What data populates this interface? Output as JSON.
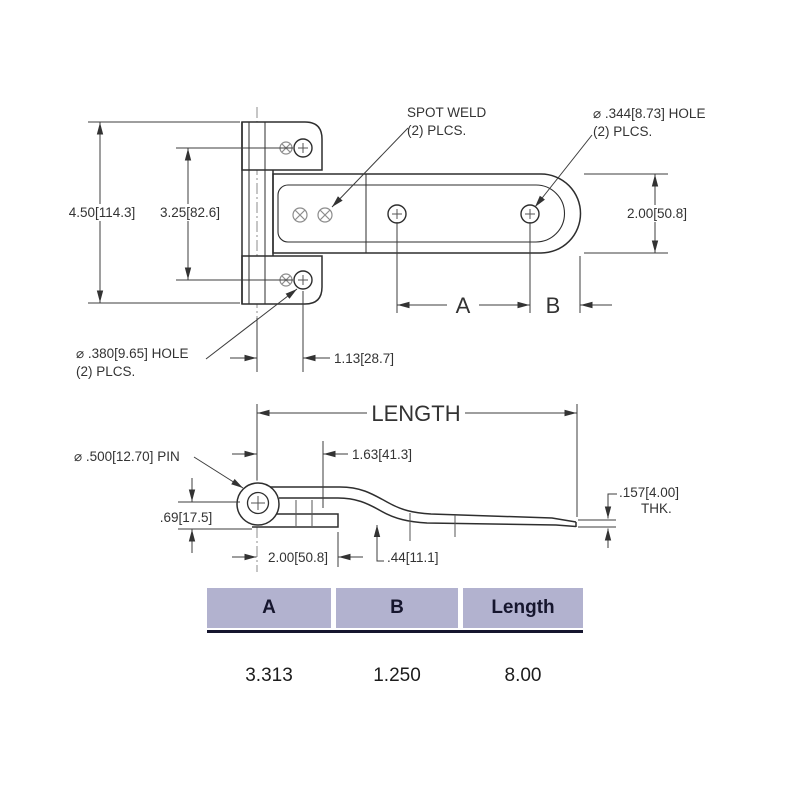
{
  "drawing": {
    "top_view": {
      "dim_height": "4.50[114.3]",
      "dim_hole_span": "3.25[82.6]",
      "dim_width": "2.00[50.8]",
      "dim_a_label": "A",
      "dim_b_label": "B",
      "dim_offset": "1.13[28.7]",
      "label_spot_weld_line1": "SPOT WELD",
      "label_spot_weld_line2": "(2) PLCS.",
      "label_hole_344_line1": "⌀ .344[8.73] HOLE",
      "label_hole_344_line2": "(2) PLCS.",
      "label_hole_380_line1": "⌀ .380[9.65] HOLE",
      "label_hole_380_line2": "(2) PLCS."
    },
    "side_view": {
      "dim_length_label": "LENGTH",
      "dim_163": "1.63[41.3]",
      "label_pin": "⌀ .500[12.70] PIN",
      "dim_69": ".69[17.5]",
      "dim_200": "2.00[50.8]",
      "dim_44": ".44[11.1]",
      "dim_thk_line1": ".157[4.00]",
      "dim_thk_line2": "THK."
    },
    "colors": {
      "line": "#2e2e2e",
      "dim_line": "#3c3c3c",
      "weld_symbol": "#8c8c8c"
    }
  },
  "table": {
    "headers": [
      "A",
      "B",
      "Length"
    ],
    "rows": [
      [
        "3.313",
        "1.250",
        "8.00"
      ]
    ],
    "header_bg": "#b2b2cf",
    "header_text_color": "#16162e",
    "underline_color": "#16162e"
  }
}
